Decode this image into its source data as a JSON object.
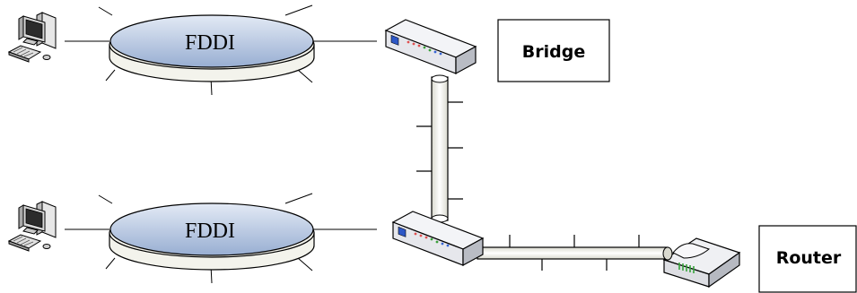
{
  "rings": [
    {
      "label": "FDDI"
    },
    {
      "label": "FDDI"
    }
  ],
  "labels": {
    "bridge": "Bridge",
    "router": "Router"
  },
  "colors": {
    "ring_fill_top": "#dbe4f1",
    "ring_fill_bottom": "#9fb3d4",
    "ring_base": "#f4f4ee",
    "line": "#000000",
    "tube": "#f7f7ef",
    "device_face": "#e9eaee",
    "device_top": "#f4f5f8",
    "device_led_blue": "#2d57c6",
    "router_accent": "#37a33b"
  },
  "icons": [
    "computer-icon",
    "bridge-icon",
    "router-icon"
  ]
}
